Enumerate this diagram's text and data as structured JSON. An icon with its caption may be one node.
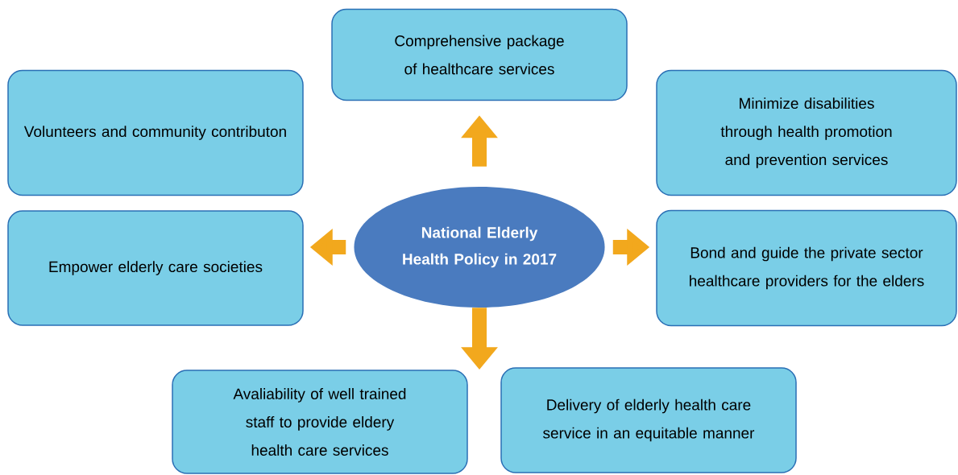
{
  "diagram": {
    "nodes": [
      {
        "text": [
          "Comprehensive package of healthcare services"
        ]
      },
      {
        "text": [
          "Volunteers and community contributon"
        ]
      },
      {
        "text": [
          "Minimize disabilities through health promotion and prevention services"
        ]
      },
      {
        "text": [
          "Empower elderly care societies"
        ]
      },
      {
        "text": [
          "National Elderly Health Policy in 2017"
        ]
      },
      {
        "text": [
          "Bond and guide the private sector healthcare providers for the elders"
        ]
      },
      {
        "text": [
          "Avaliability of well trained staff to provide eldery health care services"
        ]
      },
      {
        "text": [
          "Delivery of elderly health care service in an equitable manner"
        ]
      }
    ],
    "edges": [
      {
        "from": 4,
        "to": 0,
        "arrow": "to"
      },
      {
        "from": 4,
        "to": 3,
        "arrow": "to"
      },
      {
        "from": 4,
        "to": 5,
        "arrow": "to"
      },
      {
        "from": 4,
        "to": 6,
        "arrow": "to"
      }
    ]
  }
}
